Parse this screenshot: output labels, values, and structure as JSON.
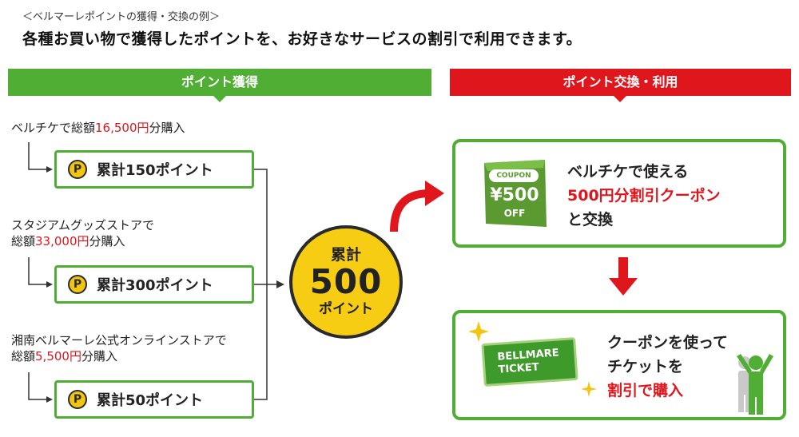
{
  "header": {
    "caption": "＜ベルマーレポイントの獲得・交換の例＞",
    "headline": "各種お買い物で獲得したポイントを、お好きなサービスの割引で利用できます。"
  },
  "banners": {
    "earn": "ポイント獲得",
    "exchange": "ポイント交換・利用"
  },
  "earn_items": [
    {
      "line1_pre": "ベルチケで総額",
      "amount": "16,500円",
      "line1_post": "分購入",
      "points_label": "累計150ポイント"
    },
    {
      "line1": "スタジアムグッズストアで",
      "line2_pre": "総額",
      "amount": "33,000円",
      "line2_post": "分購入",
      "points_label": "累計300ポイント"
    },
    {
      "line1": "湘南ベルマーレ公式オンラインストアで",
      "line2_pre": "総額",
      "amount": "5,500円",
      "line2_post": "分購入",
      "points_label": "累計50ポイント"
    }
  ],
  "coin_symbol": "P",
  "total": {
    "line1": "累計",
    "value": "500",
    "line3": "ポイント"
  },
  "coupon": {
    "tag": "COUPON",
    "value": "¥500",
    "off": "OFF",
    "text1": "ベルチケで使える",
    "text2": "500円分割引クーポン",
    "text3": "と交換"
  },
  "ticket": {
    "line1": "BELLMARE",
    "line2": "TICKET",
    "text1": "クーポンを使って",
    "text2": "チケットを",
    "text3": "割引で購入"
  },
  "colors": {
    "green": "#4fae33",
    "red": "#e0161d",
    "coin": "#f6cd12"
  }
}
